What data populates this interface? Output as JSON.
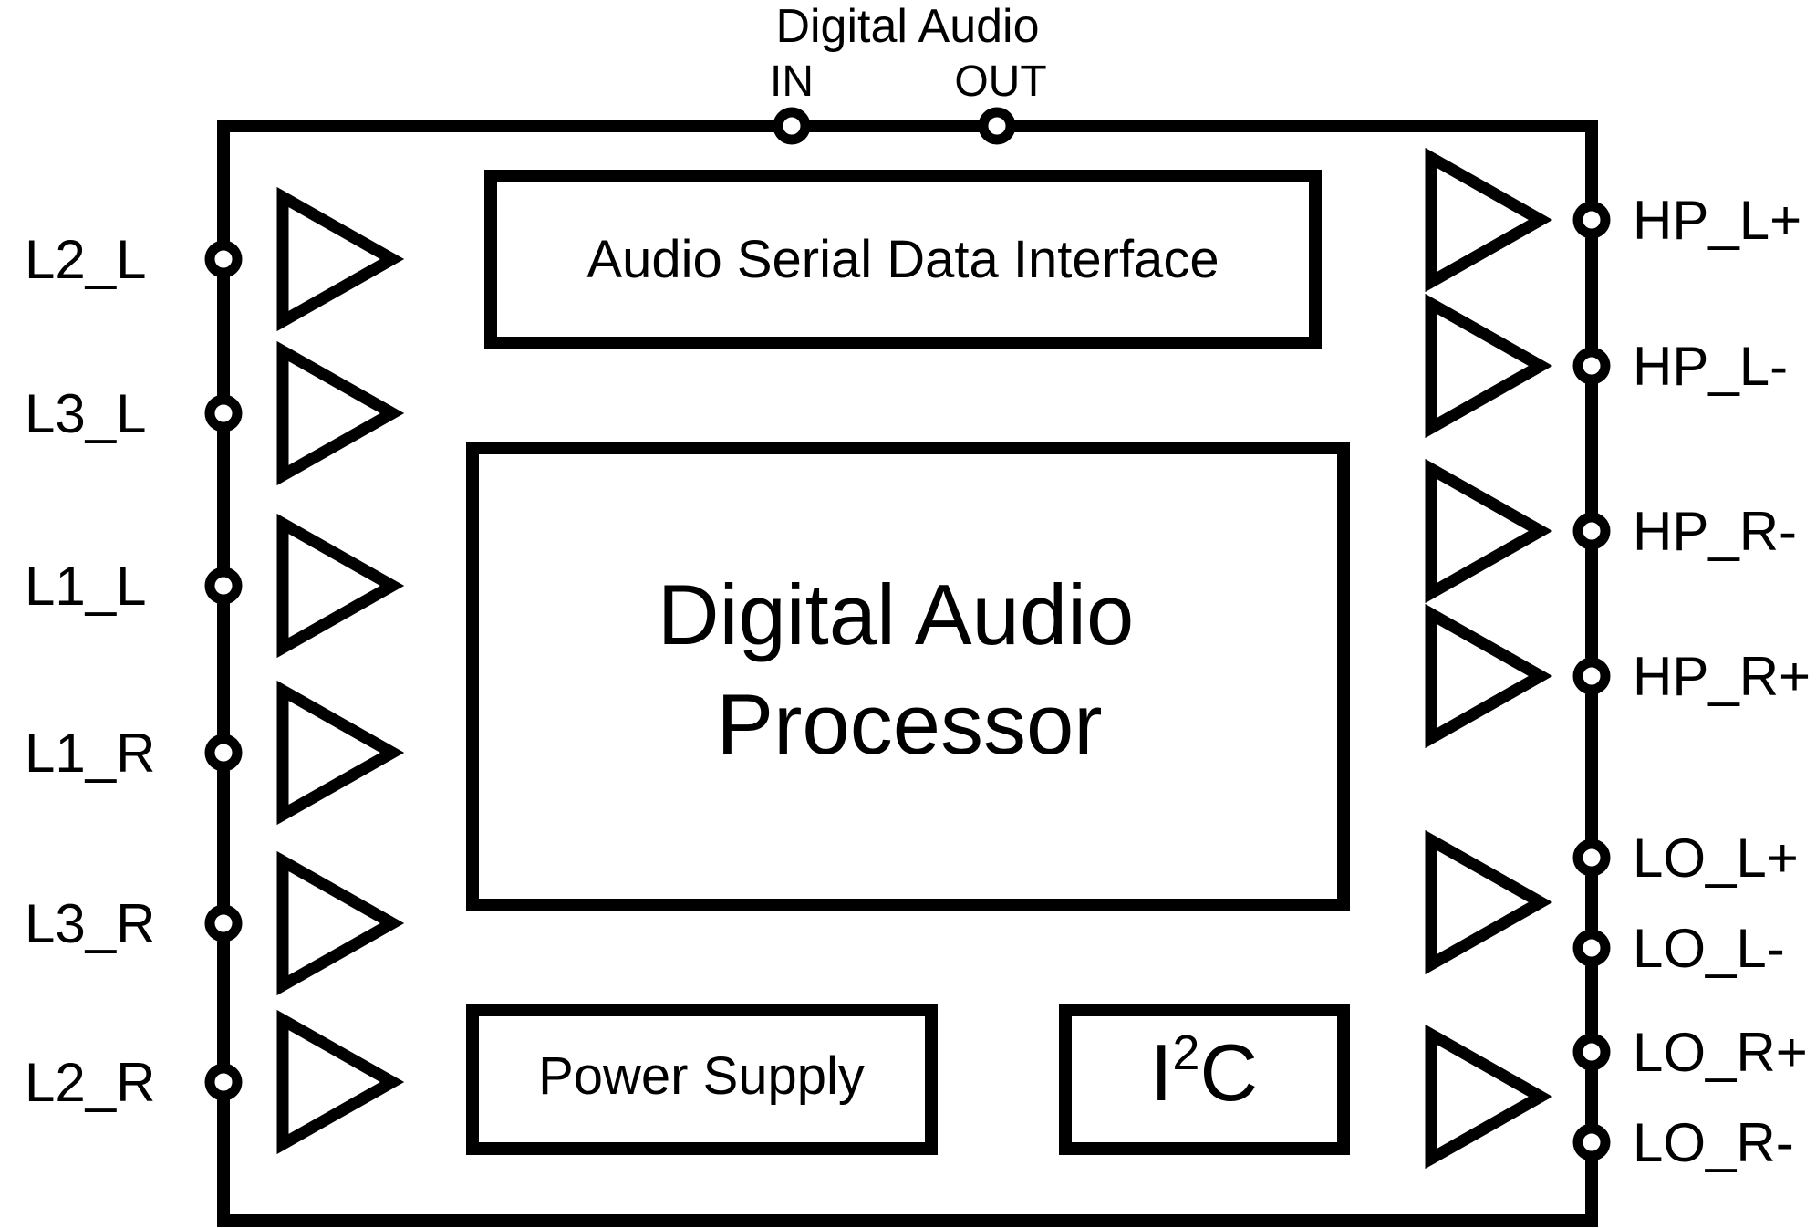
{
  "top_bus": {
    "title": "Digital Audio",
    "in_label": "IN",
    "out_label": "OUT"
  },
  "blocks": {
    "serial_interface": "Audio Serial Data Interface",
    "processor_line1": "Digital Audio",
    "processor_line2": "Processor",
    "power_supply": "Power Supply",
    "i2c_base": "I",
    "i2c_sup": "2",
    "i2c_tail": "C"
  },
  "left_pins": [
    "L2_L",
    "L3_L",
    "L1_L",
    "L1_R",
    "L3_R",
    "L2_R"
  ],
  "right_pins": [
    "HP_L+",
    "HP_L-",
    "HP_R-",
    "HP_R+",
    "LO_L+",
    "LO_L-",
    "LO_R+",
    "LO_R-"
  ],
  "colors": {
    "stroke": "#000000",
    "background": "#ffffff"
  }
}
